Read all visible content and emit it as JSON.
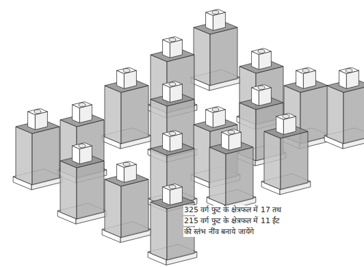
{
  "diagram": {
    "labels": [
      "325 वर्ग फुट के क्षेत्रफल में 17 तथ",
      "215 वर्ग फुट के क्षेत्रफल में 11 ईंट",
      "की स्तंभ नींव बनाये जायेंगे"
    ]
  }
}
